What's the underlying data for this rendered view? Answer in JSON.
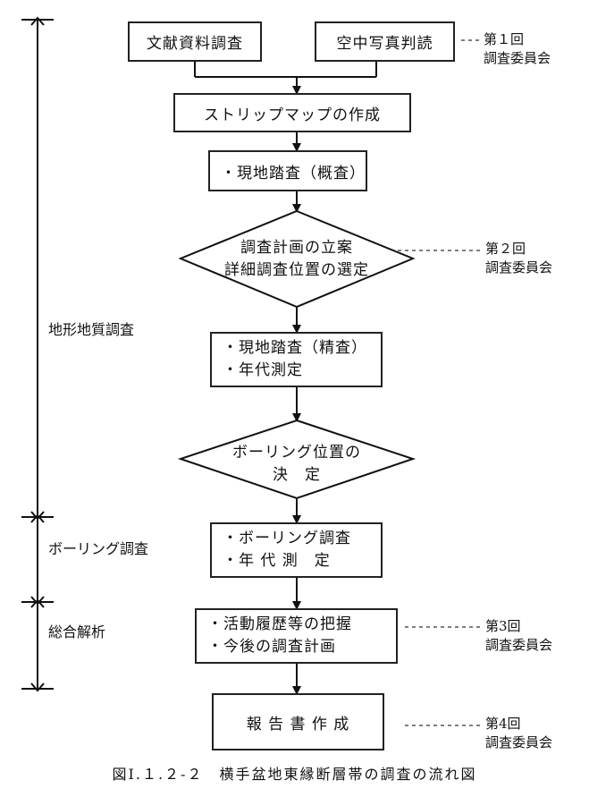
{
  "boxes": {
    "literature": "文献資料調査",
    "aerial": "空中写真判読",
    "strip_map": "ストリップマップの作成",
    "survey_outline": "・現地踏査（概査）",
    "survey_detail": [
      "・現地踏査（精査）",
      "・年代測定"
    ],
    "boring": [
      "・ボーリング調査",
      "・年 代 測　定"
    ],
    "analysis": [
      "・活動履歴等の把握",
      "・今後の調査計画"
    ],
    "report": "報 告 書 作 成"
  },
  "diamonds": {
    "plan": [
      "調査計画の立案",
      "詳細調査位置の選定"
    ],
    "boring_decision": [
      "ボーリング位置の",
      "決　定"
    ]
  },
  "committees": {
    "c1": [
      "第１回",
      "調査委員会"
    ],
    "c2": [
      "第２回",
      "調査委員会"
    ],
    "c3": [
      "第3回",
      "調査委員会"
    ],
    "c4": [
      "第4回",
      "調査委員会"
    ]
  },
  "phases": {
    "geology": "地形地質調査",
    "boring": "ボーリング調査",
    "analysis": "総合解析"
  },
  "caption": "図Ⅰ.１.２-２　横手盆地東縁断層帯の調査の流れ図"
}
